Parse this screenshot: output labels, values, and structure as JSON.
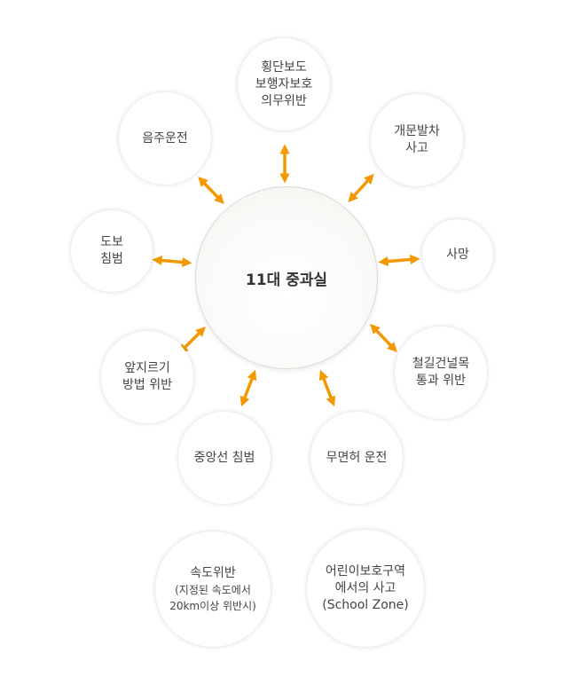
{
  "center_label": "11대 중과실",
  "arrow_color": "#f39800",
  "items": [
    {
      "lines": [
        "횡단보도",
        "보행자보호",
        "의무위반"
      ]
    },
    {
      "lines": [
        "음주운전"
      ]
    },
    {
      "lines": [
        "개문발차",
        "사고"
      ]
    },
    {
      "lines": [
        "도보",
        "침범"
      ]
    },
    {
      "lines": [
        "사망"
      ]
    },
    {
      "lines": [
        "철길건널목",
        "통과 위반"
      ]
    },
    {
      "lines": [
        "앞지르기",
        "방법 위반"
      ]
    },
    {
      "lines": [
        "중앙선 침범"
      ]
    },
    {
      "lines": [
        "무면허 운전"
      ]
    },
    {
      "lines": [
        "속도위반",
        "(지정된 속도에서",
        "20km이상 위반시)"
      ]
    },
    {
      "lines": [
        "어린이보호구역",
        "에서의 사고",
        "(School Zone)"
      ]
    }
  ]
}
